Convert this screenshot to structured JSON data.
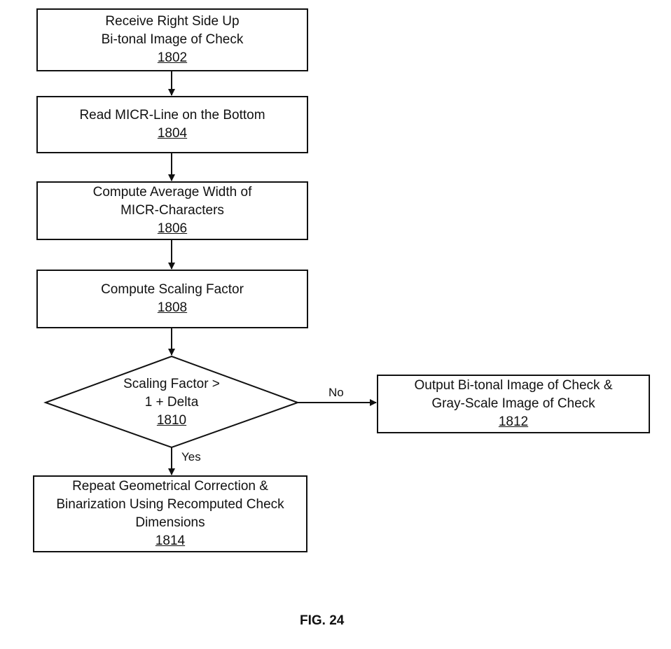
{
  "steps": [
    {
      "lines": [
        "Receive Right Side Up",
        "Bi-tonal Image of Check"
      ],
      "ref": "1802"
    },
    {
      "lines": [
        "Read MICR-Line on the Bottom"
      ],
      "ref": "1804"
    },
    {
      "lines": [
        "Compute Average Width of",
        "MICR-Characters"
      ],
      "ref": "1806"
    },
    {
      "lines": [
        "Compute Scaling Factor"
      ],
      "ref": "1808"
    },
    {
      "lines": [
        "Scaling Factor >",
        "1 + Delta"
      ],
      "ref": "1810"
    },
    {
      "lines": [
        "Output Bi-tonal Image of Check &",
        "Gray-Scale Image of Check"
      ],
      "ref": "1812"
    },
    {
      "lines": [
        "Repeat Geometrical Correction &",
        "Binarization Using Recomputed Check",
        "Dimensions"
      ],
      "ref": "1814"
    }
  ],
  "edges": {
    "no_label": "No",
    "yes_label": "Yes"
  },
  "figure": {
    "label": "FIG. 24"
  }
}
